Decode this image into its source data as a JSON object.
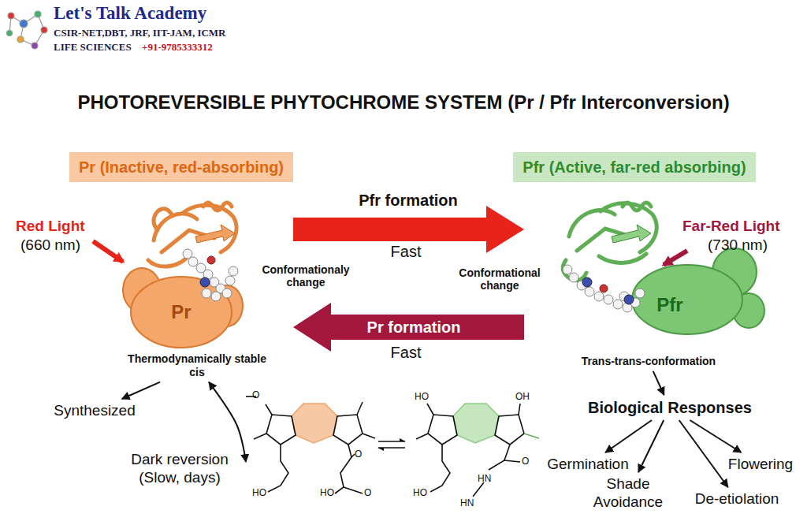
{
  "diagram": {
    "title": "PHOTOREVERSIBLE PHYTOCHROME SYSTEM (Pr / Pfr Interconversion)",
    "nodes": [
      {
        "text": [
          "Pr (Inactive, red-absorbing)"
        ]
      },
      {
        "text": [
          "Pfr (Active, far-red absorbing)"
        ]
      },
      {
        "text": [
          "Pr"
        ]
      },
      {
        "text": [
          "Pfr"
        ]
      },
      {
        "text": [
          "Thermodynamically stable cis"
        ]
      },
      {
        "text": [
          "Synthesized"
        ]
      },
      {
        "text": [
          "Dark reversion",
          "(Slow, days)"
        ]
      },
      {
        "text": [
          "Trans-trans-conformation"
        ]
      },
      {
        "text": [
          "Biological Responses"
        ]
      },
      {
        "text": [
          "Germination"
        ]
      },
      {
        "text": [
          "Shade Avoidance"
        ]
      },
      {
        "text": [
          "De-etiolation"
        ]
      },
      {
        "text": [
          "Flowering"
        ]
      }
    ],
    "edges": [
      {
        "from": 2,
        "to": 3,
        "arrow": "to",
        "label": "Pfr formation"
      },
      {
        "from": 3,
        "to": 2,
        "arrow": "to",
        "label": "Pr formation"
      },
      {
        "from": 4,
        "to": 5,
        "arrow": "to"
      },
      {
        "from": 6,
        "to": 4,
        "arrow": "both"
      },
      {
        "from": 7,
        "to": 8,
        "arrow": "to"
      },
      {
        "from": 8,
        "to": 9,
        "arrow": "to"
      },
      {
        "from": 8,
        "to": 10,
        "arrow": "to"
      },
      {
        "from": 8,
        "to": 11,
        "arrow": "to"
      },
      {
        "from": 8,
        "to": 12,
        "arrow": "to"
      }
    ],
    "labels": [
      "Let's Talk Academy",
      "CSIR-NET,DBT, JRF, IIT-JAM, ICMR",
      "LIFE SCIENCES",
      "+91-9785333312",
      "Red Light",
      "(660 nm)",
      "Far-Red Light",
      "(730 nm)",
      "Fast",
      "Fast",
      "Conformationaly change",
      "Conformational change",
      "O",
      "HO",
      "O",
      "HO",
      "O",
      "HO",
      "OH",
      "HO",
      "O",
      "HN",
      "HN"
    ]
  }
}
